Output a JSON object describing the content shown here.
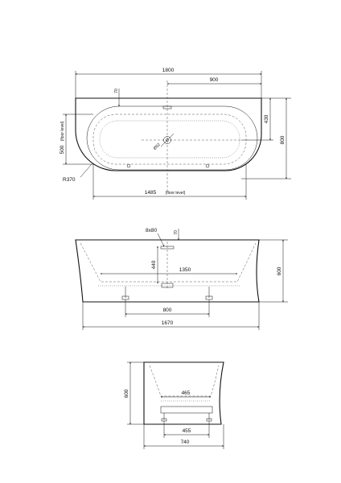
{
  "top_view": {
    "overall_width": "1800",
    "half_width": "900",
    "rim_offset": "70",
    "depth_to_drain": "430",
    "overall_depth": "800",
    "floor_depth": "500",
    "floor_depth_note": "(floor level)",
    "drain_diameter": "Ø52",
    "corner_radius": "R370",
    "floor_length": "1485",
    "floor_length_note": "(floor level)"
  },
  "front_view": {
    "overflow_hole": "8x80",
    "overflow_offset": "70",
    "overflow_height": "440",
    "inner_length": "1350",
    "overall_height": "600",
    "feet_spacing": "800",
    "base_length": "1670"
  },
  "side_view": {
    "overall_height": "600",
    "inner_width": "465",
    "feet_spacing": "455",
    "base_width": "740"
  }
}
